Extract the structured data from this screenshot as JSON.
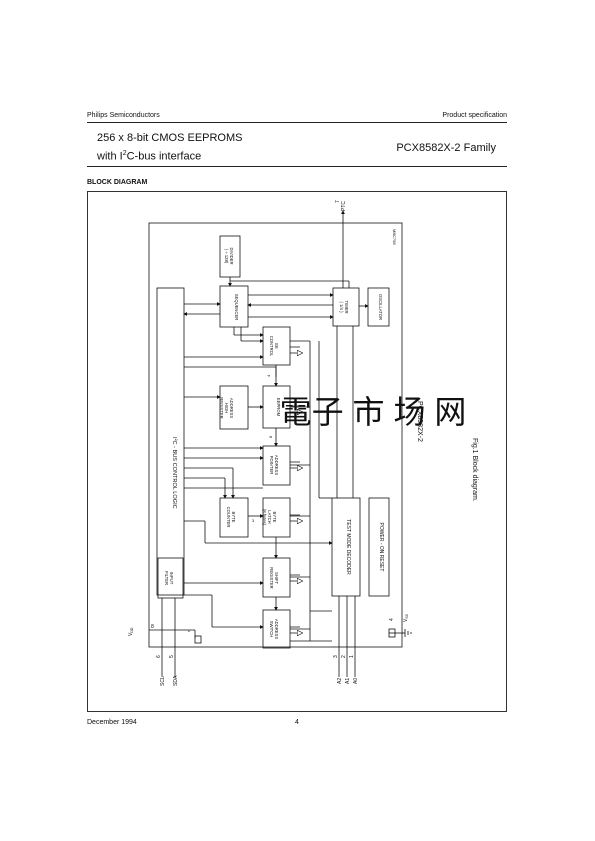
{
  "header": {
    "left": "Philips Semiconductors",
    "right": "Product specification"
  },
  "title": {
    "line1": "256 x 8-bit CMOS EEPROMS",
    "line2_prefix": "with I",
    "line2_sup": "2",
    "line2_suffix": "C-bus interface",
    "product": "PCX8582X-2 Family"
  },
  "section": "BLOCK DIAGRAM",
  "diagram": {
    "code": "MBC798",
    "chip_name": "PCX8582X-2",
    "fig_caption": "Fig.1  Block diagram.",
    "watermark": "電子 市 场 网",
    "blocks": {
      "i2c": [
        "I",
        "2",
        "C - BUS CONTROL LOGIC"
      ],
      "input_filter": [
        "INPUT",
        "FILTER"
      ],
      "divider": [
        "DIVIDER",
        "( ÷ 128)"
      ],
      "sequencer": [
        "SEQUENCER"
      ],
      "ee_control": [
        "EE",
        "CONTROL"
      ],
      "address_high": [
        "ADDRESS",
        "HIGH",
        "REGISTER"
      ],
      "eeprom": [
        "EEPROM"
      ],
      "address_pointer": [
        "ADDRESS",
        "POINTER"
      ],
      "byte_counter": [
        "BYTE",
        "COUNTER"
      ],
      "byte_latch": [
        "BYTE",
        "LATCH",
        "(8 bytes)"
      ],
      "shift_register": [
        "SHIFT",
        "REGISTER"
      ],
      "address_switch": [
        "ADDRESS",
        "SWITCH"
      ],
      "timer": [
        "TIMER",
        "( 1/4 )"
      ],
      "oscillator": [
        "OSCILLATOR"
      ],
      "test_mode_decoder": [
        "TEST MODE DECODER"
      ],
      "power_on_reset": [
        "POWER - ON RESET"
      ]
    },
    "pins": {
      "vdd": "V",
      "vdd_sub": "DD",
      "vdd_num": "8",
      "scl": "SCL",
      "scl_num": "6",
      "sda": "SDA",
      "sda_num": "5",
      "a2": "A2",
      "a2_num": "3",
      "a1": "A1",
      "a1_num": "2",
      "a0": "A0",
      "a0_num": "1",
      "ptc": "PTC",
      "ptc_num": "7",
      "vss": "V",
      "vss_sub": "SS",
      "vss_num": "4",
      "n_label": "n",
      "bus_4": "4",
      "bus_8": "8",
      "bus_3": "3"
    }
  },
  "footer": {
    "date": "December 1994",
    "page": "4"
  }
}
